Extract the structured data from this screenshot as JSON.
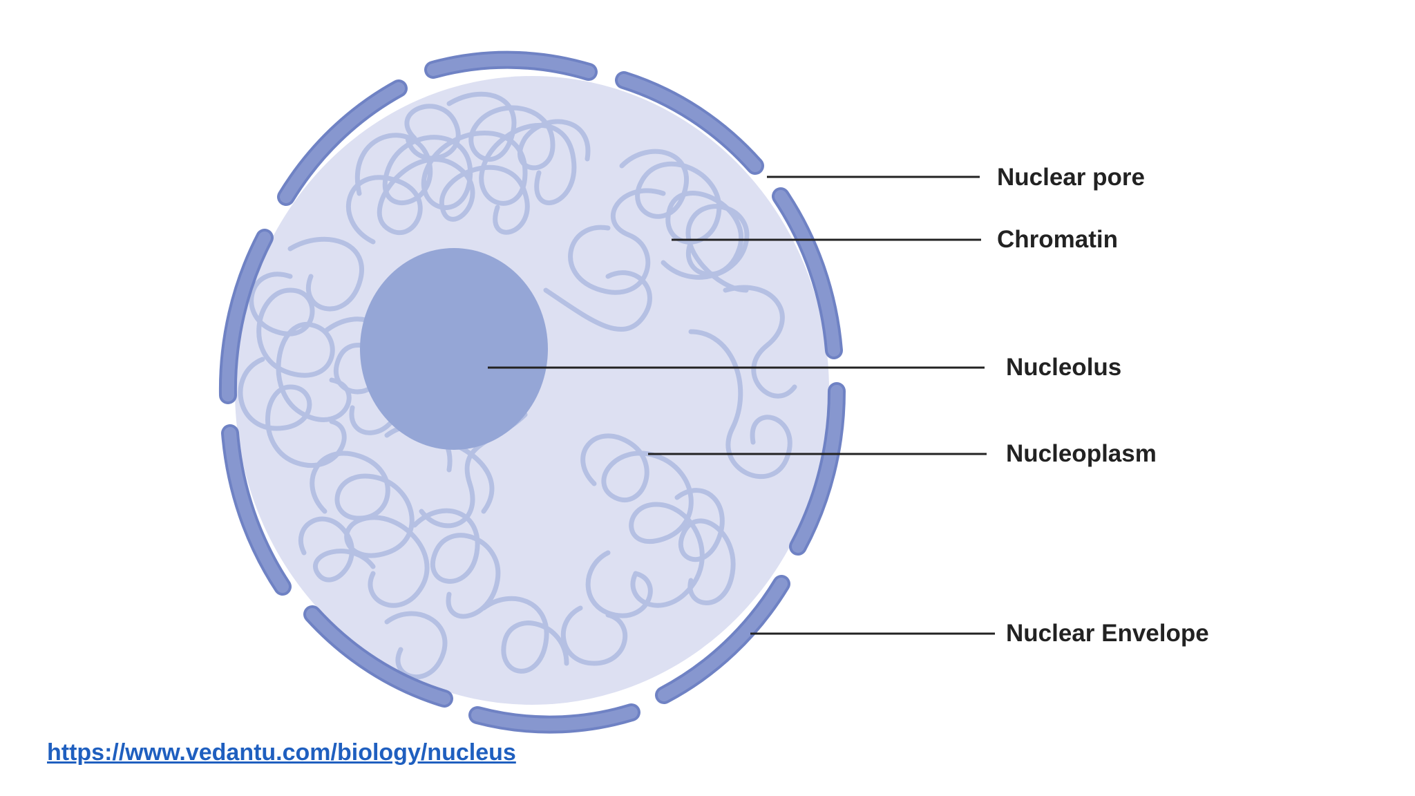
{
  "labels": {
    "nuclear_pore": "Nuclear pore",
    "chromatin": "Chromatin",
    "nucleolus": "Nucleolus",
    "nucleoplasm": "Nucleoplasm",
    "nuclear_envelope": "Nuclear Envelope"
  },
  "source": {
    "url_text": "https://www.vedantu.com/biology/nucleus"
  },
  "colors": {
    "nucleoplasm_fill": "#dde0f2",
    "envelope_segments": "#8797cf",
    "envelope_outline": "#6f82c4",
    "nucleolus_fill": "#95a6d6",
    "chromatin_strands": "#b3bfe3",
    "leader_lines": "#222222",
    "link": "#1f5fbf"
  }
}
